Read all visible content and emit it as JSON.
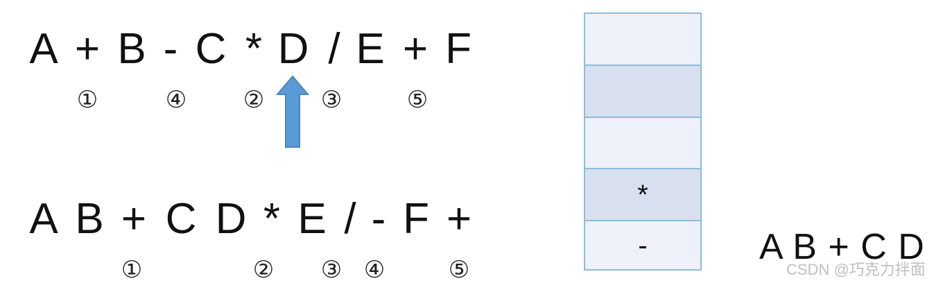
{
  "infix": {
    "tokens": [
      "A",
      "+",
      "B",
      "-",
      "C",
      "*",
      "D",
      "/",
      "E",
      "+",
      "F"
    ],
    "order_marks": [
      "①",
      "④",
      "②",
      "③",
      "⑤"
    ]
  },
  "postfix": {
    "tokens": [
      "A",
      "B",
      "+",
      "C",
      "D",
      "*",
      "E",
      "/",
      "-",
      "F",
      "+"
    ],
    "order_marks": [
      "①",
      "②",
      "③",
      "④",
      "⑤"
    ]
  },
  "stack": {
    "cells": [
      "",
      "",
      "",
      "*",
      "-"
    ]
  },
  "output": {
    "text": "A B + C D"
  },
  "watermark": {
    "text": "CSDN @巧克力拌面"
  },
  "colors": {
    "arrow": "#5b9bd5",
    "stack_border": "#8fbbd9",
    "stack_light": "#eef1f9",
    "stack_shaded": "#d8e0f0"
  }
}
